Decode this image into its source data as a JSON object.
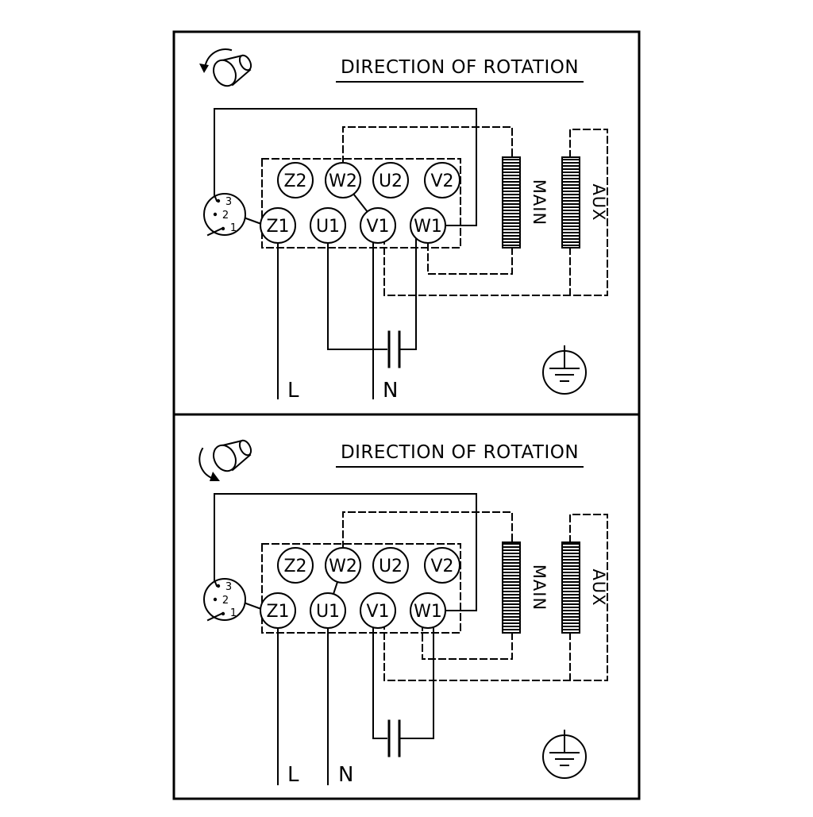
{
  "diagram": {
    "background_color": "#ffffff",
    "line_color": "#000000",
    "panels": [
      {
        "title": "DIRECTION OF ROTATION",
        "terminals_top": [
          "Z2",
          "W2",
          "U2",
          "V2"
        ],
        "terminals_bottom": [
          "Z1",
          "U1",
          "V1",
          "W1"
        ],
        "winding_labels": {
          "main": "MAIN",
          "aux": "AUX"
        },
        "supply_labels": {
          "line": "L",
          "neutral": "N"
        },
        "switch_positions": [
          "3",
          "2",
          "1"
        ],
        "symbols": {
          "rotation_icon": "shaft-with-curved-arrow",
          "ground_icon": "earth-ground",
          "capacitor": "capacitor-plates"
        }
      },
      {
        "title": "DIRECTION OF ROTATION",
        "terminals_top": [
          "Z2",
          "W2",
          "U2",
          "V2"
        ],
        "terminals_bottom": [
          "Z1",
          "U1",
          "V1",
          "W1"
        ],
        "winding_labels": {
          "main": "MAIN",
          "aux": "AUX"
        },
        "supply_labels": {
          "line": "L",
          "neutral": "N"
        },
        "switch_positions": [
          "3",
          "2",
          "1"
        ],
        "symbols": {
          "rotation_icon": "shaft-with-curved-arrow",
          "ground_icon": "earth-ground",
          "capacitor": "capacitor-plates"
        }
      }
    ]
  }
}
